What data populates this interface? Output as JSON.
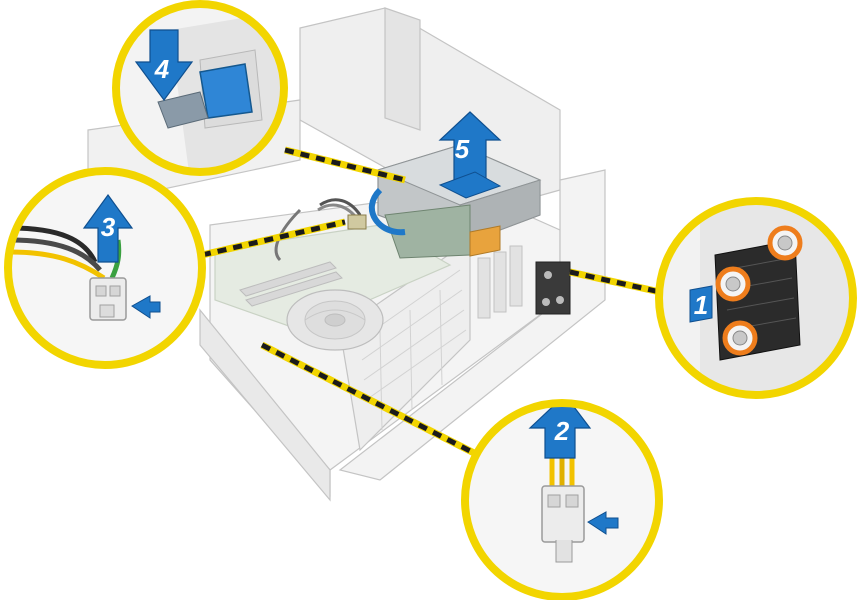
{
  "diagram": {
    "steps": [
      {
        "label": "1"
      },
      {
        "label": "2"
      },
      {
        "label": "3"
      },
      {
        "label": "4"
      },
      {
        "label": "5"
      }
    ]
  },
  "colors": {
    "callout_ring": "#f2d500",
    "connector_dash": "#1b1b1b",
    "arrow_blue": "#1f78c8",
    "screw_ring": "#ee7d1c",
    "chassis_line": "#bfbfbf",
    "psu_body": "#b9bdbf",
    "board_green": "#c9d2c4"
  }
}
